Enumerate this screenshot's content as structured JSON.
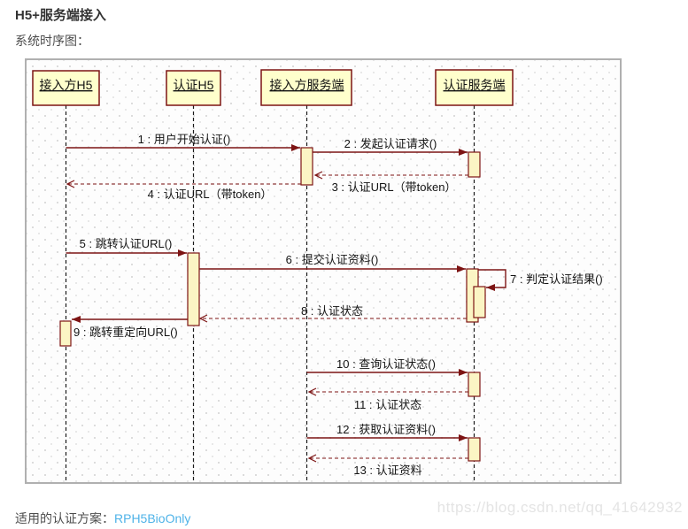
{
  "page": {
    "title": "H5+服务端接入",
    "subtitle": "系统时序图：",
    "footer_label": "适用的认证方案：",
    "footer_link": "RPH5BioOnly",
    "watermark": "https://blog.csdn.net/qq_41642932"
  },
  "diagram": {
    "type": "uml-sequence-diagram",
    "actors": [
      {
        "label": "接入方H5"
      },
      {
        "label": "认证H5"
      },
      {
        "label": "接入方服务端"
      },
      {
        "label": "认证服务端"
      }
    ],
    "messages": [
      {
        "label": "1 : 用户开始认证()",
        "from": "接入方H5",
        "to": "接入方服务端",
        "type": "call"
      },
      {
        "label": "2 : 发起认证请求()",
        "from": "接入方服务端",
        "to": "认证服务端",
        "type": "call"
      },
      {
        "label": "3 : 认证URL（带token）",
        "from": "认证服务端",
        "to": "接入方服务端",
        "type": "return"
      },
      {
        "label": "4 : 认证URL（带token）",
        "from": "接入方服务端",
        "to": "接入方H5",
        "type": "return"
      },
      {
        "label": "5 : 跳转认证URL()",
        "from": "接入方H5",
        "to": "认证H5",
        "type": "call"
      },
      {
        "label": "6 : 提交认证资料()",
        "from": "认证H5",
        "to": "认证服务端",
        "type": "call"
      },
      {
        "label": "7 : 判定认证结果()",
        "from": "认证服务端",
        "to": "认证服务端",
        "type": "self-call"
      },
      {
        "label": "8 : 认证状态",
        "from": "认证服务端",
        "to": "认证H5",
        "type": "return"
      },
      {
        "label": "9 : 跳转重定向URL()",
        "from": "认证H5",
        "to": "接入方H5",
        "type": "call"
      },
      {
        "label": "10 : 查询认证状态()",
        "from": "接入方服务端",
        "to": "认证服务端",
        "type": "call"
      },
      {
        "label": "11 : 认证状态",
        "from": "认证服务端",
        "to": "接入方服务端",
        "type": "return"
      },
      {
        "label": "12 : 获取认证资料()",
        "from": "接入方服务端",
        "to": "认证服务端",
        "type": "call"
      },
      {
        "label": "13 : 认证资料",
        "from": "认证服务端",
        "to": "接入方服务端",
        "type": "return"
      }
    ],
    "colors": {
      "line": "#7D1414",
      "box_fill": "#FFFFCC",
      "lifeline": "#1A1A1A",
      "link": "#4FB3E8",
      "watermark_text": "#E4E4E4"
    }
  }
}
